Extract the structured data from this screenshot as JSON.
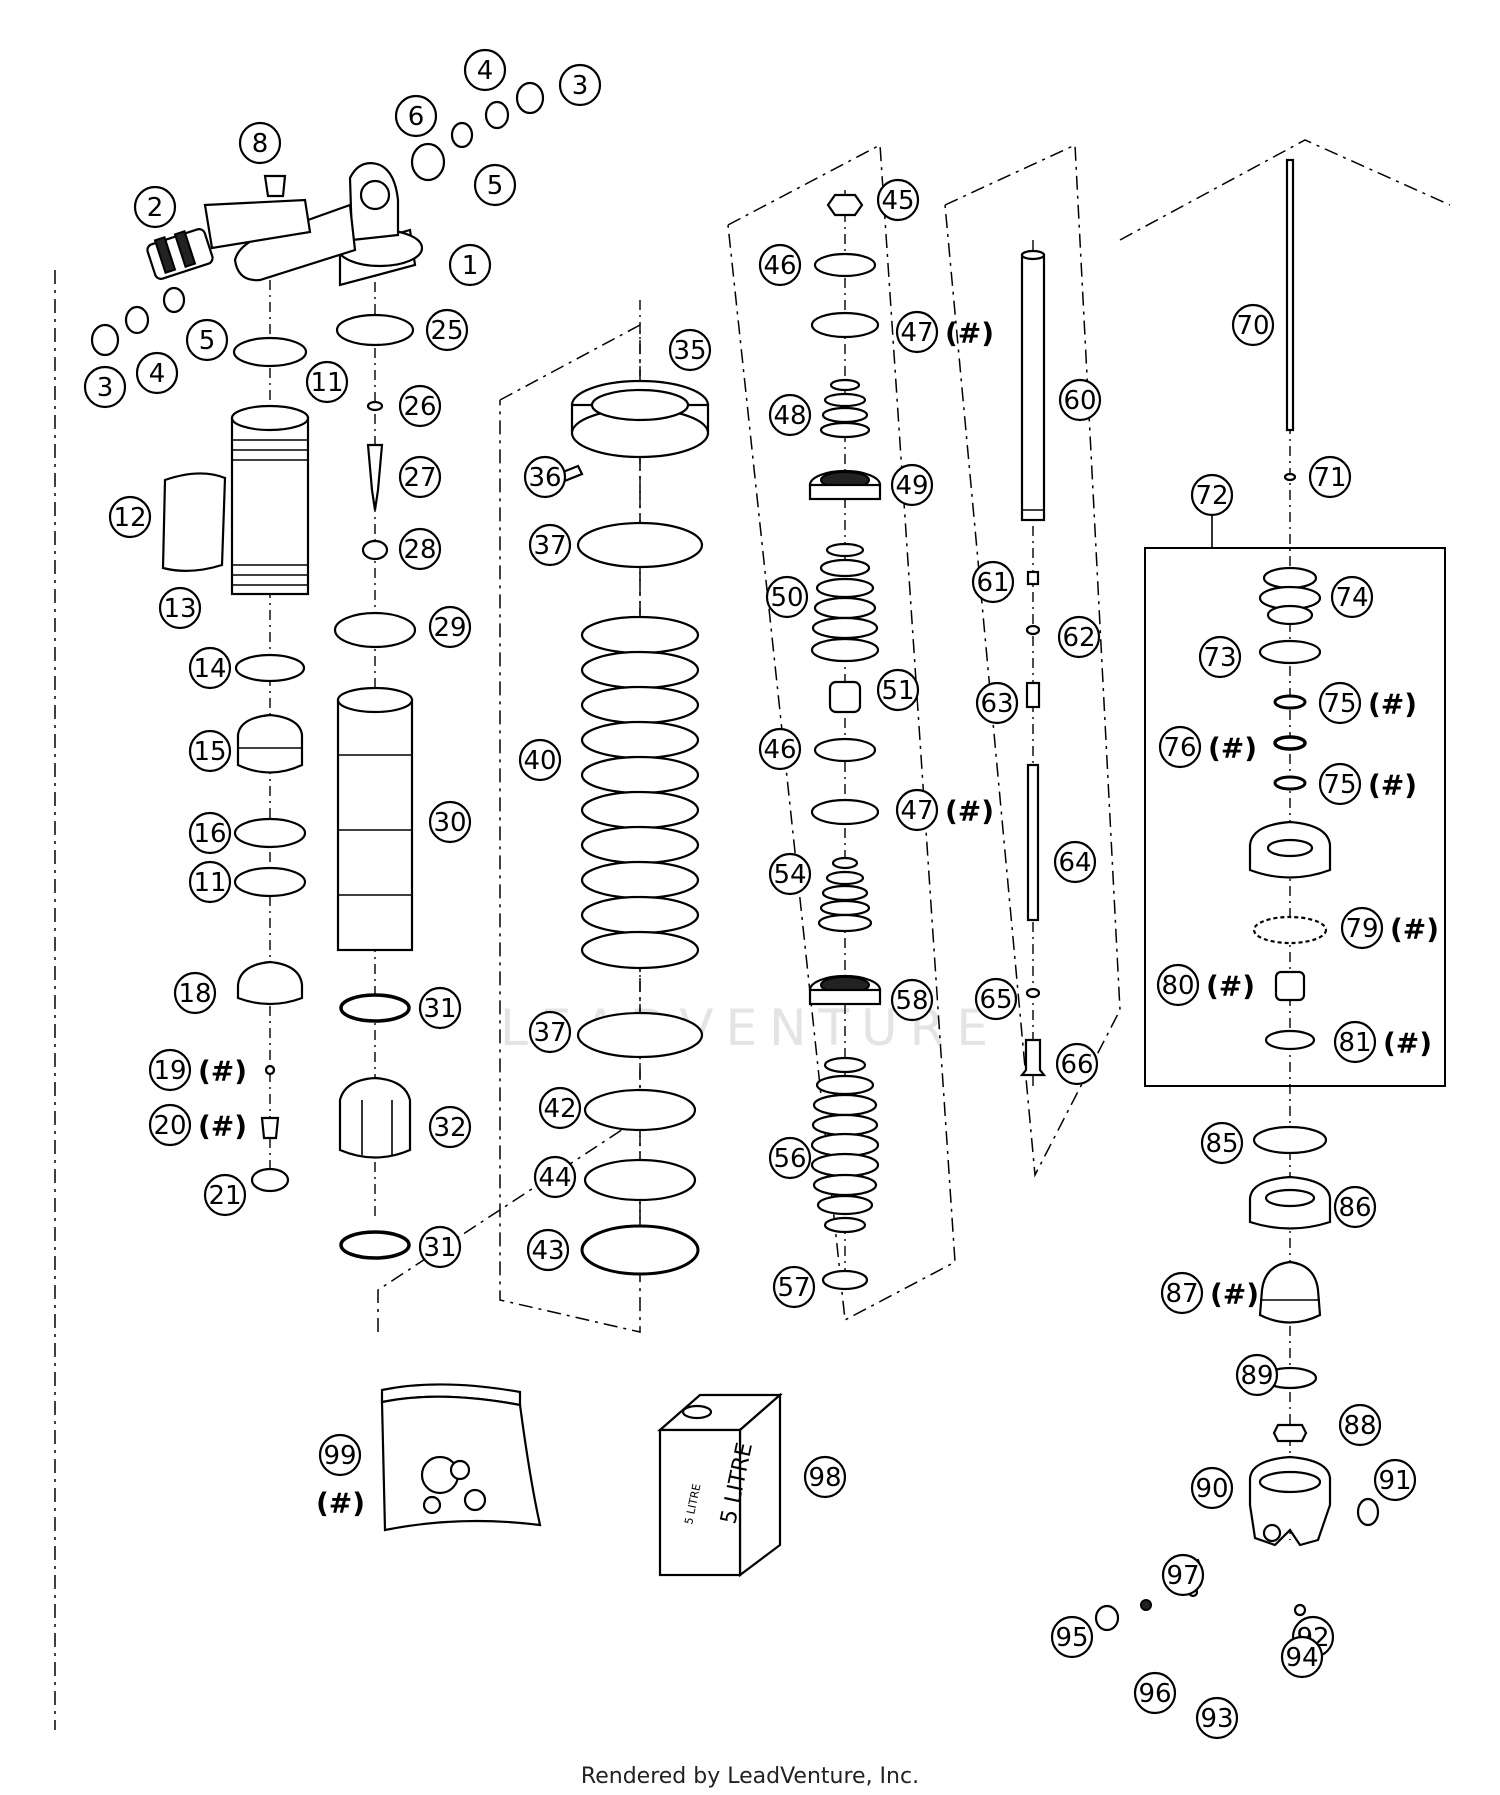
{
  "footer": "Rendered by LeadVenture, Inc.",
  "watermark": "LEADVENTURE",
  "hash_marker": "(#)",
  "can_label": "5 LITRE",
  "can_label_side": "5 LITRE",
  "callouts": [
    {
      "num": "1",
      "hash": false
    },
    {
      "num": "2",
      "hash": false
    },
    {
      "num": "3",
      "hash": false
    },
    {
      "num": "3",
      "hash": false
    },
    {
      "num": "4",
      "hash": false
    },
    {
      "num": "4",
      "hash": false
    },
    {
      "num": "5",
      "hash": false
    },
    {
      "num": "5",
      "hash": false
    },
    {
      "num": "6",
      "hash": false
    },
    {
      "num": "8",
      "hash": false
    },
    {
      "num": "11",
      "hash": false
    },
    {
      "num": "11",
      "hash": false
    },
    {
      "num": "12",
      "hash": false
    },
    {
      "num": "13",
      "hash": false
    },
    {
      "num": "14",
      "hash": false
    },
    {
      "num": "15",
      "hash": false
    },
    {
      "num": "16",
      "hash": false
    },
    {
      "num": "18",
      "hash": false
    },
    {
      "num": "19",
      "hash": true
    },
    {
      "num": "20",
      "hash": true
    },
    {
      "num": "21",
      "hash": false
    },
    {
      "num": "25",
      "hash": false
    },
    {
      "num": "26",
      "hash": false
    },
    {
      "num": "27",
      "hash": false
    },
    {
      "num": "28",
      "hash": false
    },
    {
      "num": "29",
      "hash": false
    },
    {
      "num": "30",
      "hash": false
    },
    {
      "num": "31",
      "hash": false
    },
    {
      "num": "31",
      "hash": false
    },
    {
      "num": "32",
      "hash": false
    },
    {
      "num": "35",
      "hash": false
    },
    {
      "num": "36",
      "hash": false
    },
    {
      "num": "37",
      "hash": false
    },
    {
      "num": "37",
      "hash": false
    },
    {
      "num": "40",
      "hash": false
    },
    {
      "num": "42",
      "hash": false
    },
    {
      "num": "43",
      "hash": false
    },
    {
      "num": "44",
      "hash": false
    },
    {
      "num": "45",
      "hash": false
    },
    {
      "num": "46",
      "hash": false
    },
    {
      "num": "46",
      "hash": false
    },
    {
      "num": "47",
      "hash": true
    },
    {
      "num": "47",
      "hash": true
    },
    {
      "num": "48",
      "hash": false
    },
    {
      "num": "49",
      "hash": false
    },
    {
      "num": "50",
      "hash": false
    },
    {
      "num": "51",
      "hash": false
    },
    {
      "num": "54",
      "hash": false
    },
    {
      "num": "56",
      "hash": false
    },
    {
      "num": "57",
      "hash": false
    },
    {
      "num": "58",
      "hash": false
    },
    {
      "num": "60",
      "hash": false
    },
    {
      "num": "61",
      "hash": false
    },
    {
      "num": "62",
      "hash": false
    },
    {
      "num": "63",
      "hash": false
    },
    {
      "num": "64",
      "hash": false
    },
    {
      "num": "65",
      "hash": false
    },
    {
      "num": "66",
      "hash": false
    },
    {
      "num": "70",
      "hash": false
    },
    {
      "num": "71",
      "hash": false
    },
    {
      "num": "72",
      "hash": false
    },
    {
      "num": "73",
      "hash": false
    },
    {
      "num": "74",
      "hash": false
    },
    {
      "num": "75",
      "hash": true
    },
    {
      "num": "75",
      "hash": true
    },
    {
      "num": "76",
      "hash": true
    },
    {
      "num": "79",
      "hash": true
    },
    {
      "num": "80",
      "hash": true
    },
    {
      "num": "81",
      "hash": true
    },
    {
      "num": "85",
      "hash": false
    },
    {
      "num": "86",
      "hash": false
    },
    {
      "num": "87",
      "hash": true
    },
    {
      "num": "88",
      "hash": false
    },
    {
      "num": "89",
      "hash": false
    },
    {
      "num": "90",
      "hash": false
    },
    {
      "num": "91",
      "hash": false
    },
    {
      "num": "92",
      "hash": false
    },
    {
      "num": "93",
      "hash": false
    },
    {
      "num": "94",
      "hash": false
    },
    {
      "num": "95",
      "hash": false
    },
    {
      "num": "96",
      "hash": false
    },
    {
      "num": "97",
      "hash": false
    },
    {
      "num": "98",
      "hash": false
    },
    {
      "num": "99",
      "hash": true
    }
  ]
}
